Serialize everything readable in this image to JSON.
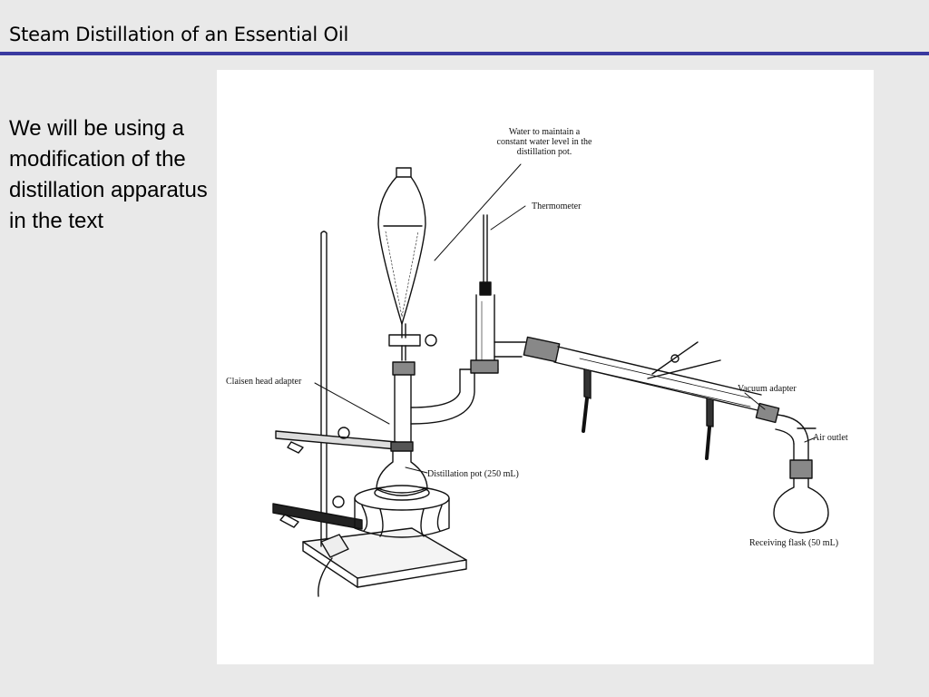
{
  "slide": {
    "title": "Steam Distillation of an Essential Oil",
    "accent_color": "#3a3aa0",
    "body_text": "We will be using a modification of the distillation apparatus in the text"
  },
  "diagram": {
    "labels": {
      "water": "Water to maintain a constant water level in the distillation pot.",
      "thermometer": "Thermometer",
      "claisen": "Claisen head adapter",
      "pot": "Distillation pot (250 mL)",
      "vacuum": "Vacuum adapter",
      "air": "Air outlet",
      "receiving": "Receiving flask (50 mL)"
    }
  }
}
